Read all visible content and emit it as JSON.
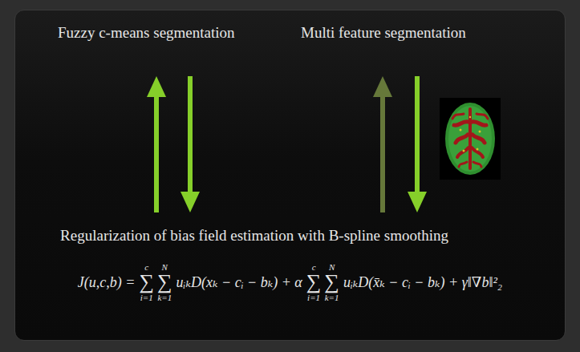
{
  "diagram": {
    "nodes": [
      {
        "text": [
          "Fuzzy c-means segmentation"
        ]
      },
      {
        "text": [
          "Multi feature segmentation"
        ]
      },
      {
        "text": [
          "Regularization of bias field estimation with B-spline smoothing"
        ]
      }
    ],
    "edges": [
      {
        "from": 2,
        "to": 0,
        "arrow": "to"
      },
      {
        "from": 0,
        "to": 2,
        "arrow": "to"
      },
      {
        "from": 2,
        "to": 1,
        "arrow": "to"
      },
      {
        "from": 1,
        "to": 2,
        "arrow": "to"
      }
    ],
    "labels": [
      "J(u,c,b) =",
      "c",
      "∑",
      "i=1",
      "N",
      "∑",
      "k=1",
      "uᵢₖD(xₖ − cᵢ − bₖ) + α",
      "c",
      "∑",
      "i=1",
      "N",
      "∑",
      "k=1",
      "uᵢₖD(x̄ₖ − cᵢ − bₖ) + γ‖∇b‖²₂"
    ]
  }
}
